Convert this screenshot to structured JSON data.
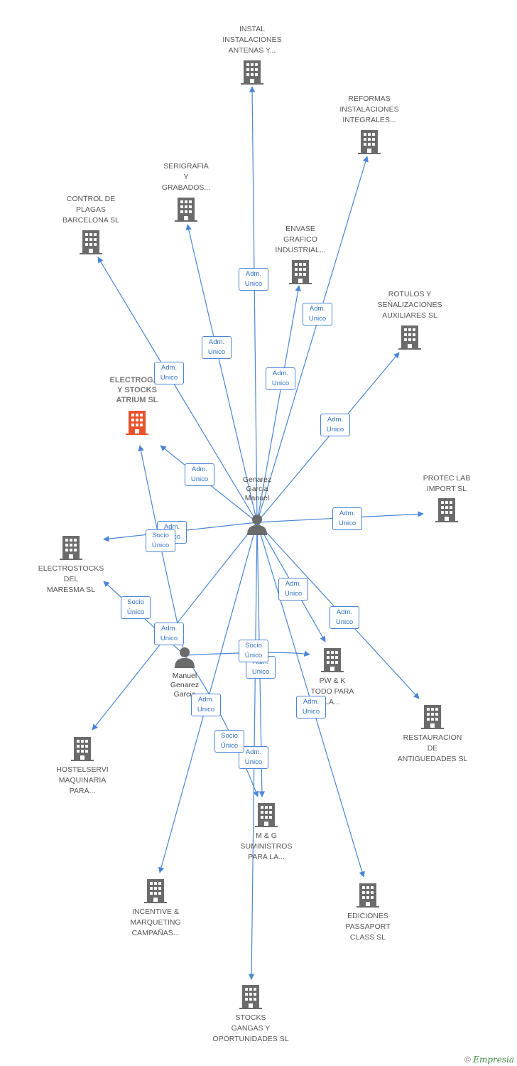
{
  "colors": {
    "edge": "#4a86d6",
    "building": "#6b6b6b",
    "focus": "#e8532b",
    "person": "#6b6b6b"
  },
  "companies": [
    {
      "id": "instal",
      "label": "INSTAL\nINSTALACIONES\nANTENAS Y...",
      "icon": "building-icon",
      "focus": false
    },
    {
      "id": "reformas",
      "label": "REFORMAS\nINSTALACIONES\nINTEGRALES...",
      "icon": "building-icon",
      "focus": false
    },
    {
      "id": "serigrafia",
      "label": "SERIGRAFIA\nY\nGRABADOS...",
      "icon": "building-icon",
      "focus": false
    },
    {
      "id": "control",
      "label": "CONTROL DE\nPLAGAS\nBARCELONA SL",
      "icon": "building-icon",
      "focus": false
    },
    {
      "id": "envase",
      "label": "ENVASE\nGRAFICO\nINDUSTRIAL...",
      "icon": "building-icon",
      "focus": false
    },
    {
      "id": "rotulos",
      "label": "ROTULOS Y\nSEÑALIZACIONES\nAUXILIARES SL",
      "icon": "building-icon",
      "focus": false
    },
    {
      "id": "electrogan",
      "label": "ELECTROGAN\nY STOCKS\nATRIUM SL",
      "icon": "building-icon",
      "focus": true
    },
    {
      "id": "protec",
      "label": "PROTEC LAB\nIMPORT SL",
      "icon": "building-icon",
      "focus": false
    },
    {
      "id": "electrostocks",
      "label": "ELECTROSTOCKS\nDEL\nMARESMA SL",
      "icon": "building-icon",
      "focus": false
    },
    {
      "id": "pwk",
      "label": "PW & K\nTODO PARA\nLA...",
      "icon": "building-icon",
      "focus": false
    },
    {
      "id": "restauracion",
      "label": "RESTAURACION\nDE\nANTIGUEDADES SL",
      "icon": "building-icon",
      "focus": false
    },
    {
      "id": "hostelservi",
      "label": "HOSTELSERVI\nMAQUINARIA\nPARA...",
      "icon": "building-icon",
      "focus": false
    },
    {
      "id": "mg",
      "label": "M & G\nSUMINISTROS\nPARA LA...",
      "icon": "building-icon",
      "focus": false
    },
    {
      "id": "incentive",
      "label": "INCENTIVE &\nMARQUETING\nCAMPAÑAS...",
      "icon": "building-icon",
      "focus": false
    },
    {
      "id": "ediciones",
      "label": "EDICIONES\nPASSAPORT\nCLASS SL",
      "icon": "building-icon",
      "focus": false
    },
    {
      "id": "stocks",
      "label": "STOCKS\nGANGAS Y\nOPORTUNIDADES SL",
      "icon": "building-icon",
      "focus": false
    }
  ],
  "persons": [
    {
      "id": "genarez",
      "label": "Genarez\nGarcia\nManuel",
      "icon": "person-icon"
    },
    {
      "id": "manuel",
      "label": "Manuel\nGenarez\nGarcia",
      "icon": "person-icon"
    }
  ],
  "edges": [
    {
      "from": "genarez",
      "to": "instal",
      "label": "Adm.\nUnico"
    },
    {
      "from": "genarez",
      "to": "reformas",
      "label": "Adm.\nUnico"
    },
    {
      "from": "genarez",
      "to": "serigrafia",
      "label": "Adm.\nUnico"
    },
    {
      "from": "genarez",
      "to": "control",
      "label": "Adm.\nUnico"
    },
    {
      "from": "genarez",
      "to": "envase",
      "label": "Adm.\nUnico"
    },
    {
      "from": "genarez",
      "to": "rotulos",
      "label": "Adm.\nUnico"
    },
    {
      "from": "genarez",
      "to": "electrogan",
      "label": "Adm.\nUnico"
    },
    {
      "from": "genarez",
      "to": "protec",
      "label": "Adm.\nUnico"
    },
    {
      "from": "genarez",
      "to": "electrostocks",
      "label": "Adm.\nUnico"
    },
    {
      "from": "genarez",
      "to": "pwk",
      "label": "Adm.\nUnico"
    },
    {
      "from": "genarez",
      "to": "restauracion",
      "label": "Adm.\nUnico"
    },
    {
      "from": "genarez",
      "to": "hostelservi",
      "label": "Adm.\nUnico"
    },
    {
      "from": "genarez",
      "to": "mg",
      "label": "Adm.\nUnico"
    },
    {
      "from": "genarez",
      "to": "incentive",
      "label": "Adm.\nUnico"
    },
    {
      "from": "genarez",
      "to": "ediciones",
      "label": "Adm.\nUnico"
    },
    {
      "from": "genarez",
      "to": "stocks",
      "label": "Adm.\nUnico"
    },
    {
      "from": "manuel",
      "to": "electrogan",
      "label": "Socio\nÚnico"
    },
    {
      "from": "manuel",
      "to": "electrostocks",
      "label": "Socio\nÚnico"
    },
    {
      "from": "manuel",
      "to": "pwk",
      "label": "Socio\nÚnico"
    },
    {
      "from": "manuel",
      "to": "mg",
      "label": "Socio\nÚnico"
    }
  ],
  "watermark": {
    "symbol": "©",
    "brand": "Empresia"
  }
}
